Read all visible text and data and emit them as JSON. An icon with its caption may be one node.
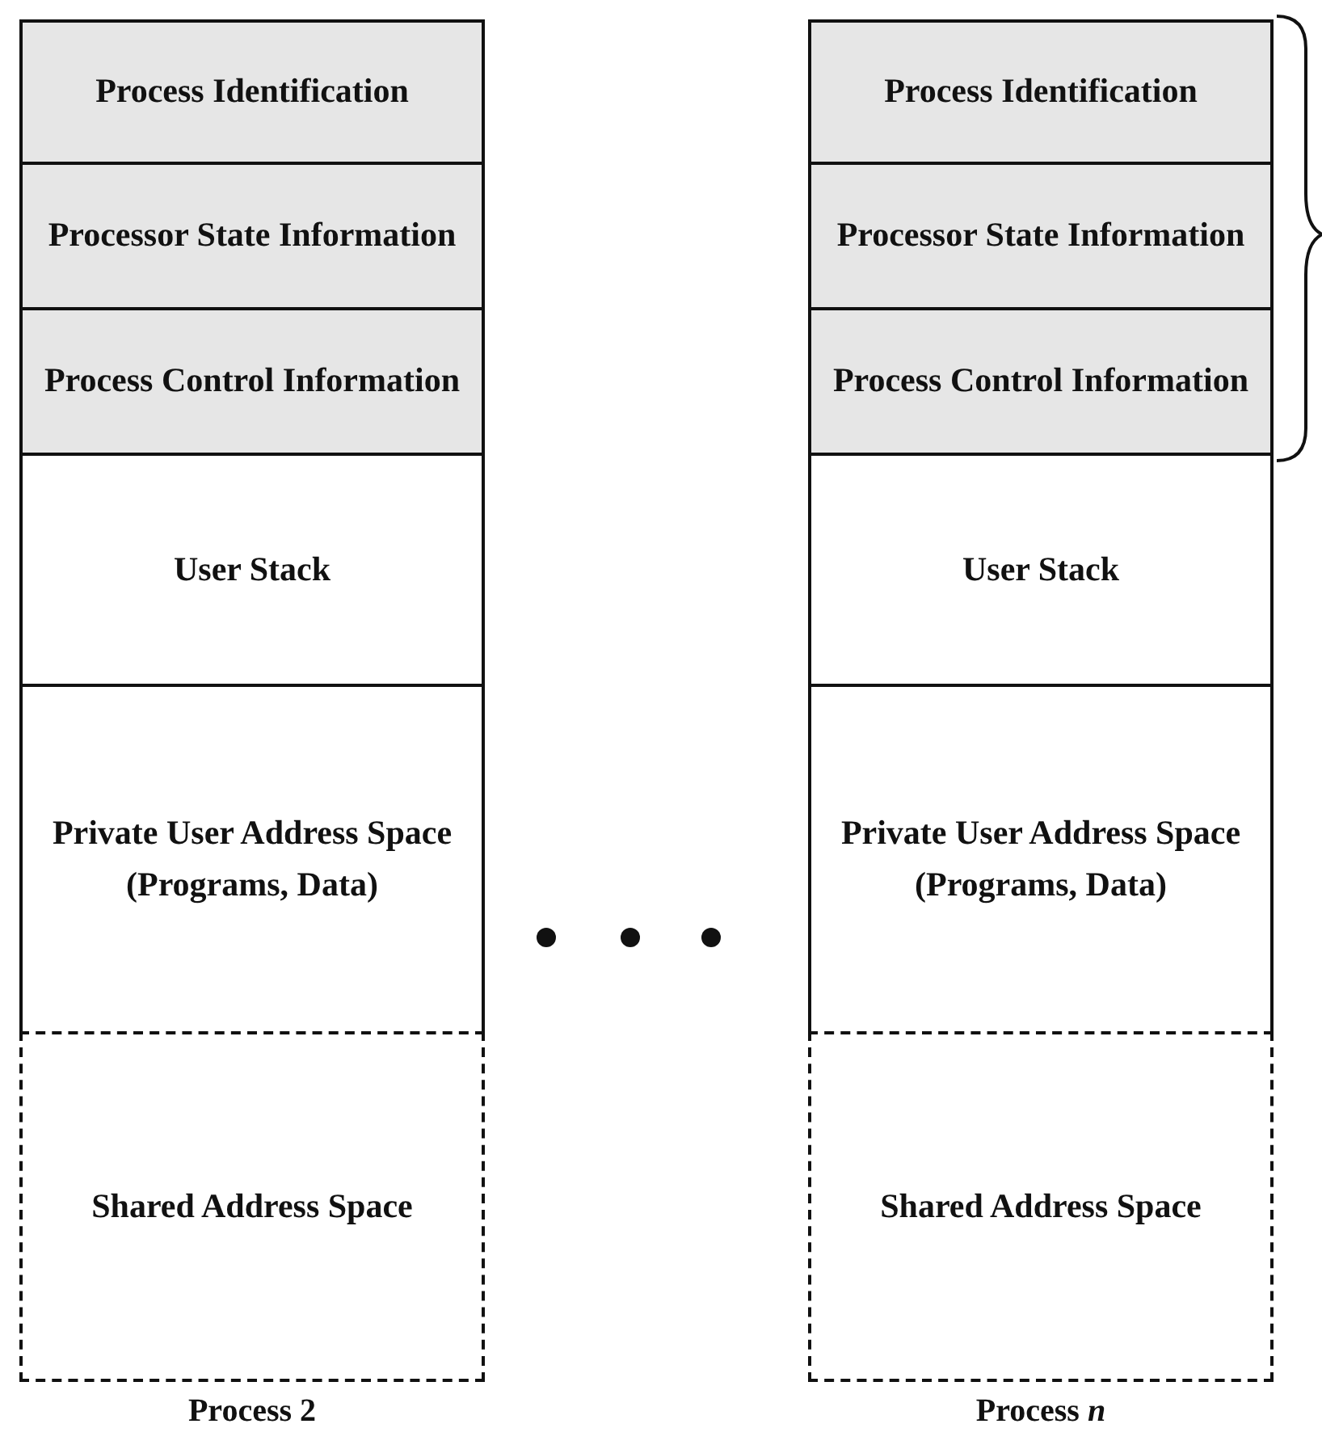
{
  "diagram": {
    "nodes": [
      {
        "text": [
          "Process Identification"
        ]
      },
      {
        "text": [
          "Processor State Information"
        ]
      },
      {
        "text": [
          "Process Control Information"
        ]
      },
      {
        "text": [
          "User Stack"
        ]
      },
      {
        "text": [
          "Private User Address Space (Programs, Data)"
        ]
      },
      {
        "text": [
          "Shared Address Space"
        ]
      },
      {
        "text": [
          "Process Identification"
        ]
      },
      {
        "text": [
          "Processor State Information"
        ]
      },
      {
        "text": [
          "Process Control Information"
        ]
      },
      {
        "text": [
          "User Stack"
        ]
      },
      {
        "text": [
          "Private User Address Space (Programs, Data)"
        ]
      },
      {
        "text": [
          "Shared Address Space"
        ]
      }
    ],
    "labels": [
      "Process 2",
      "Process *n*"
    ]
  }
}
